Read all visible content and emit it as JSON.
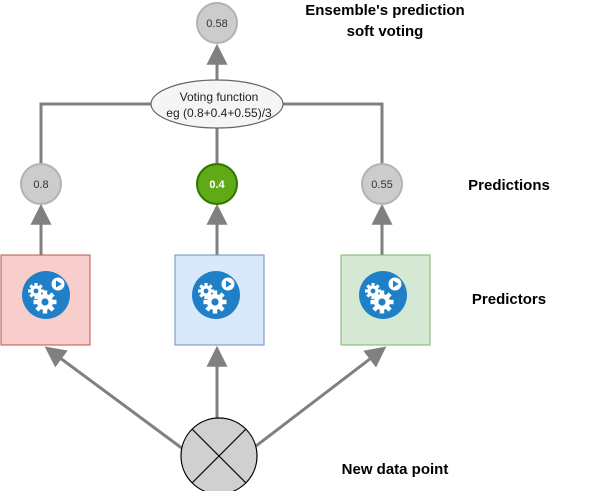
{
  "title": {
    "line1": "Ensemble's prediction",
    "line2": "soft voting"
  },
  "labels": {
    "predictions": "Predictions",
    "predictors": "Predictors",
    "input": "New data point"
  },
  "ensemble_output": {
    "value": "0.58"
  },
  "voting_function": {
    "line1": "Voting function",
    "line2": "eg (0.8+0.4+0.55)/3"
  },
  "predictions": [
    {
      "value": "0.8",
      "highlighted": false
    },
    {
      "value": "0.4",
      "highlighted": true
    },
    {
      "value": "0.55",
      "highlighted": false
    }
  ],
  "predictors": [
    {
      "icon": "gears-play-icon",
      "fill": "#f8cecc",
      "stroke": "#b85450"
    },
    {
      "icon": "gears-play-icon",
      "fill": "#dae8fc",
      "stroke": "#6c8ebf"
    },
    {
      "icon": "gears-play-icon",
      "fill": "#d5e8d4",
      "stroke": "#82b366"
    }
  ],
  "colors": {
    "connector": "#808080",
    "prediction_node": "#cccccc",
    "prediction_node_stroke": "#b3b3b3",
    "highlight_node": "#60a917",
    "highlight_stroke": "#2d7600",
    "icon_blue": "#1f80c8",
    "input_node": "#d0d0d0"
  }
}
